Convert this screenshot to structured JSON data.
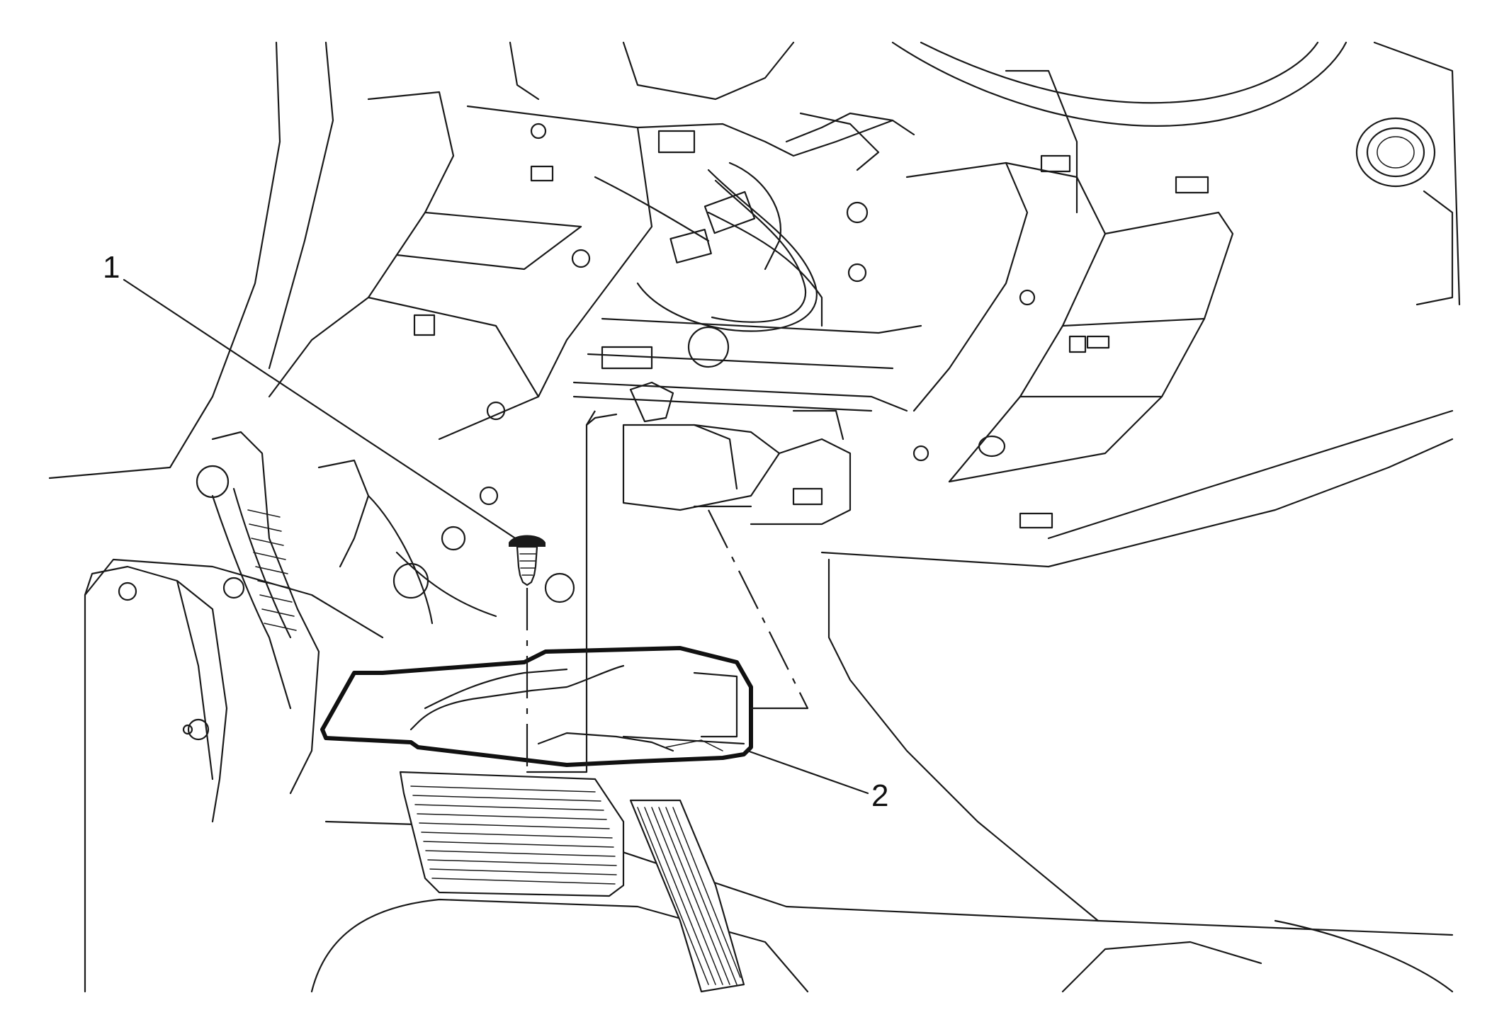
{
  "callouts": [
    {
      "number": "1",
      "part": "push-pin-retainer"
    },
    {
      "number": "2",
      "part": "knee-bolster-insulator-panel"
    }
  ],
  "colors": {
    "line": "#1a1a1a",
    "background": "#ffffff"
  }
}
